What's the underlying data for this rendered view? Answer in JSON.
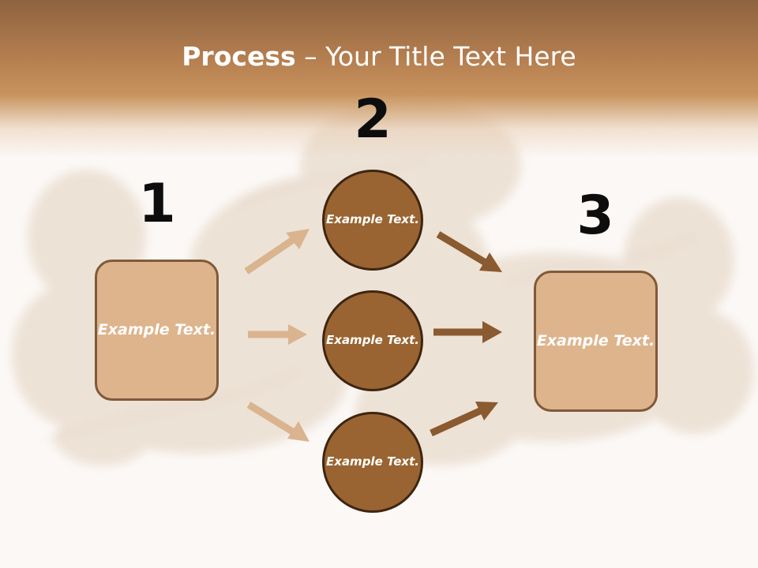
{
  "slide": {
    "title_bold": "Process",
    "title_rest": " – Your Title Text Here"
  },
  "steps": [
    {
      "number": "1",
      "text": "Example Text."
    },
    {
      "number": "2",
      "items": [
        "Example Text.",
        "Example Text.",
        "Example Text."
      ]
    },
    {
      "number": "3",
      "text": "Example Text."
    }
  ],
  "colors": {
    "header": "#b57f50",
    "box_fill": "#deb48c",
    "box_border": "#7f5a3a",
    "circle_fill": "#996431",
    "circle_border": "#3e2511",
    "arrow_light": "#d9b48f",
    "arrow_dark": "#8a5a30"
  }
}
